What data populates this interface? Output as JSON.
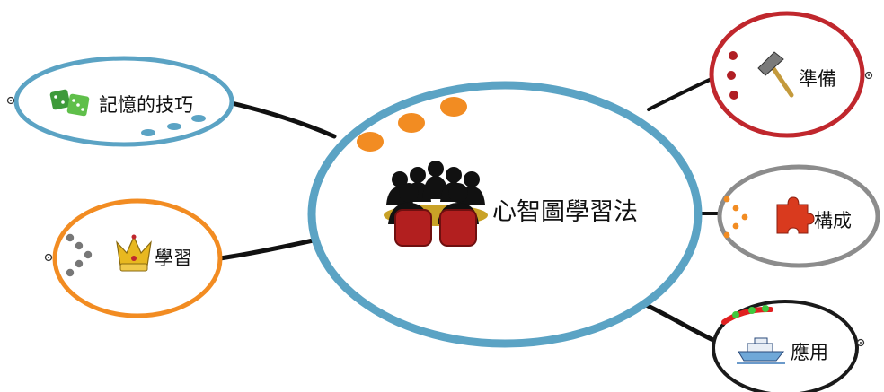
{
  "center": {
    "title": "心智圖學習法",
    "icon": "meeting-people-icon"
  },
  "branches": [
    {
      "id": "memory",
      "label": "記憶的技巧",
      "icon": "dice-icon",
      "border_color": "#5ba3c4"
    },
    {
      "id": "study",
      "label": "學習",
      "icon": "crown-icon",
      "border_color": "#f28c22"
    },
    {
      "id": "prepare",
      "label": "準備",
      "icon": "hammer-icon",
      "border_color": "#c0272d"
    },
    {
      "id": "construct",
      "label": "構成",
      "icon": "puzzle-icon",
      "border_color": "#8c8c8c"
    },
    {
      "id": "apply",
      "label": "應用",
      "icon": "ship-icon",
      "border_color": "#1a1a1a"
    }
  ],
  "colors": {
    "center_border": "#5ba3c4",
    "connector": "#111111",
    "center_dots": "#f28c22"
  }
}
